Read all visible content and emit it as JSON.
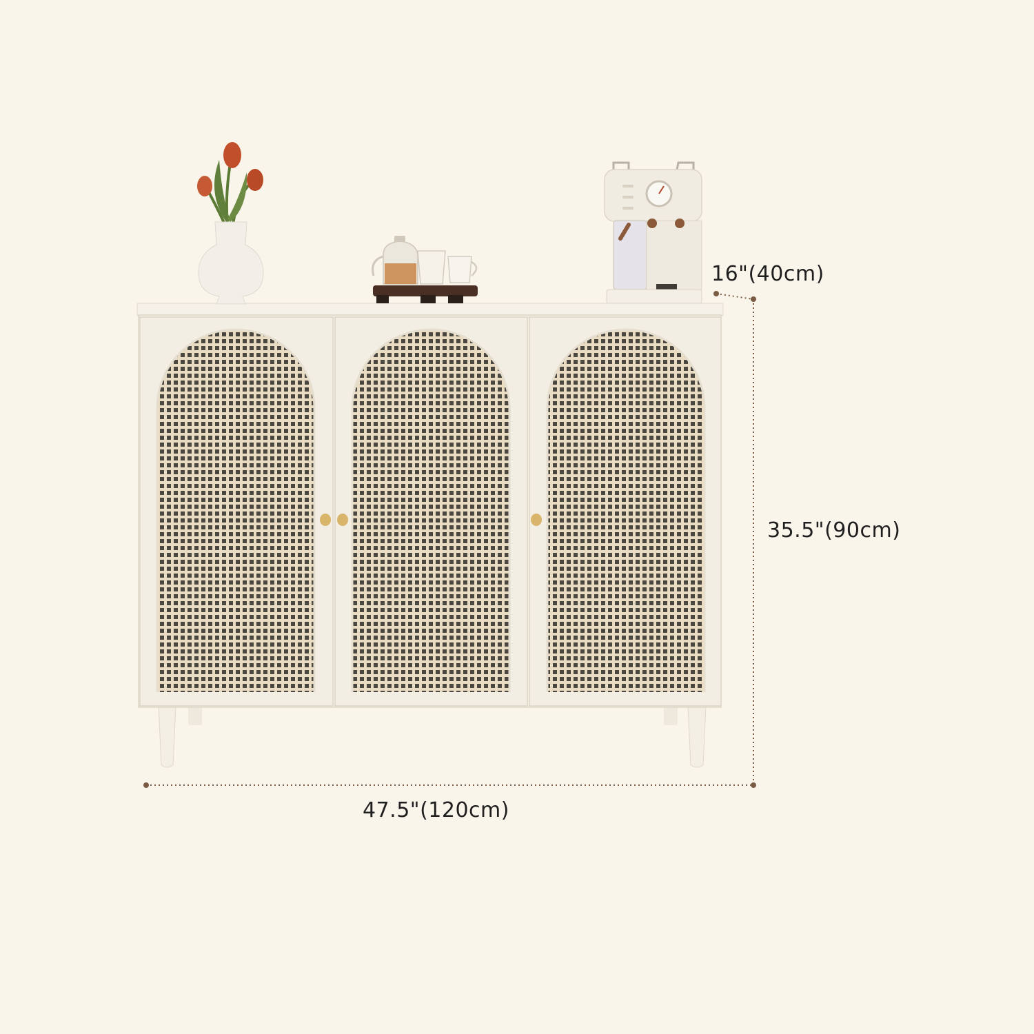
{
  "dimensions": {
    "depth": "16\"(40cm)",
    "height": "35.5\"(90cm)",
    "width": "47.5\"(120cm)"
  },
  "colors": {
    "background": "#faf5ea",
    "cabinet": "#f3eee3",
    "cabinet_shadow": "#e2dccd",
    "rattan": "#e9dcc2",
    "rattan_hole": "#4a4640",
    "handle": "#d8b56a",
    "dimension_line": "#7a5c45",
    "tulip": "#c24f2b",
    "stem": "#5b7a36"
  },
  "objects": {
    "cabinet_doors": 3,
    "decor": [
      "vase-with-tulips",
      "tea-set-on-tray",
      "espresso-machine"
    ]
  }
}
